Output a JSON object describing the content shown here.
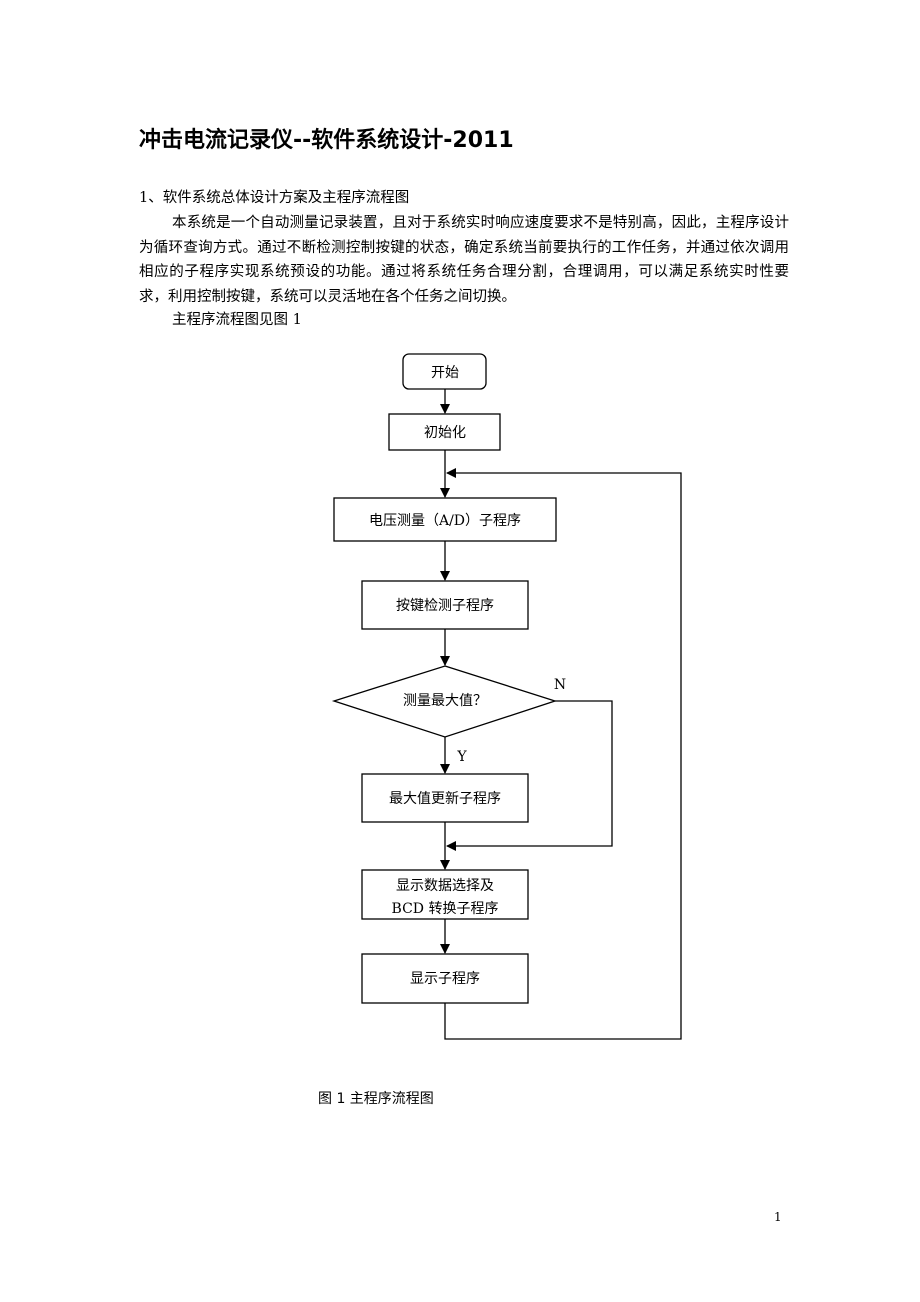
{
  "document": {
    "title": "冲击电流记录仪--软件系统设计-2011",
    "section_heading": "1、软件系统总体设计方案及主程序流程图",
    "paragraph": "本系统是一个自动测量记录装置，且对于系统实时响应速度要求不是特别高，因此，主程序设计为循环查询方式。通过不断检测控制按键的状态，确定系统当前要执行的工作任务，并通过依次调用相应的子程序实现系统预设的功能。通过将系统任务合理分割，合理调用，可以满足系统实时性要求，利用控制按键，系统可以灵活地在各个任务之间切换。",
    "figure_reference": "主程序流程图见图 1",
    "figure_caption": "图 1 主程序流程图",
    "page_number": "1"
  },
  "flowchart": {
    "start": "开始",
    "init": "初始化",
    "voltage_measure": "电压测量（A/D）子程序",
    "key_detect": "按键检测子程序",
    "decision": "测量最大值？",
    "decision_no": "N",
    "decision_yes": "Y",
    "max_update": "最大值更新子程序",
    "display_select_line1": "显示数据选择及",
    "display_select_line2": "BCD 转换子程序",
    "display": "显示子程序"
  }
}
